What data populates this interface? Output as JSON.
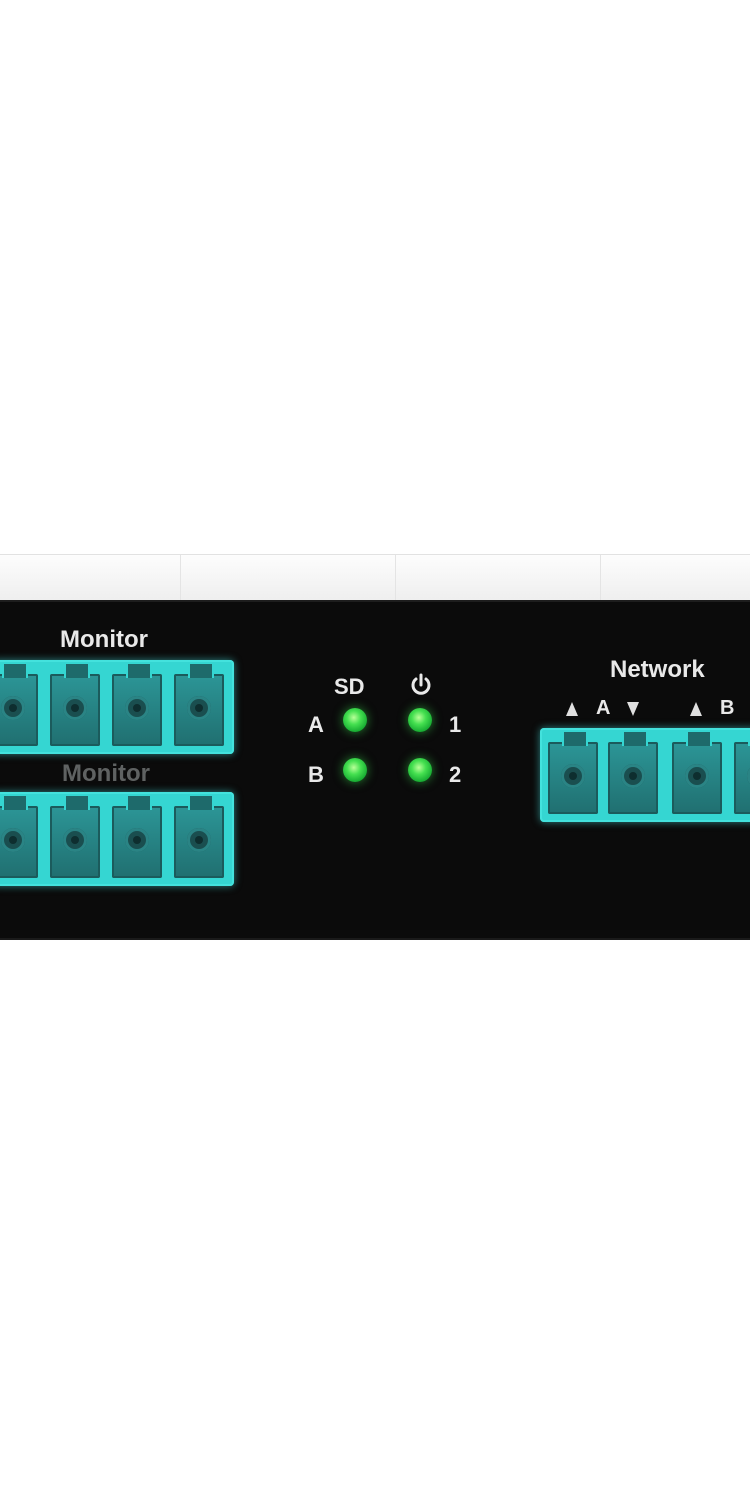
{
  "device": {
    "monitor_top_label": "Monitor",
    "monitor_bottom_label": "Monitor",
    "network_label": "Network",
    "leds": {
      "col_left_header": "SD",
      "col_right_header_icon": "power-icon",
      "row_labels_left": [
        "A",
        "B"
      ],
      "row_labels_right": [
        "1",
        "2"
      ]
    },
    "network_channel_labels": [
      "A",
      "B"
    ]
  },
  "colors": {
    "panel": "#0b0b0b",
    "port_aqua": "#35d6d2",
    "led_green": "#3ddc4a",
    "label_text": "#e9e9e9"
  }
}
